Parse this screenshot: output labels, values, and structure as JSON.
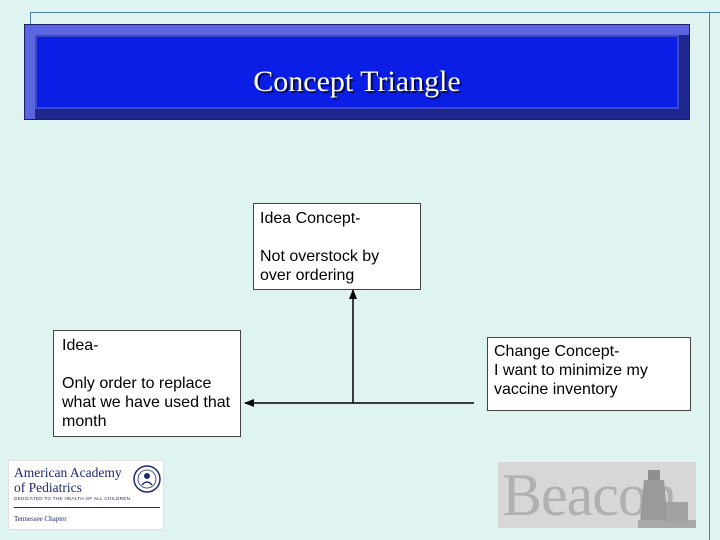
{
  "title": "Concept Triangle",
  "boxes": {
    "idea_concept": {
      "heading": "Idea Concept-",
      "body": "Not overstock by over ordering"
    },
    "idea": {
      "heading": "Idea-",
      "body": "Only order to replace what we have used that month"
    },
    "change_concept": {
      "line1": "Change Concept-",
      "body": "I want to minimize my vaccine inventory"
    }
  },
  "logos": {
    "aap": {
      "line1": "American Academy",
      "line2": "of Pediatrics",
      "tagline": "DEDICATED TO THE HEALTH OF ALL CHILDREN",
      "chapter": "Tennessee Chapter"
    },
    "beacon": {
      "word": "Beacon"
    }
  },
  "colors": {
    "background": "#dff3f1",
    "title_fill": "#0a1ee6",
    "frame": "#4d7fb0"
  }
}
